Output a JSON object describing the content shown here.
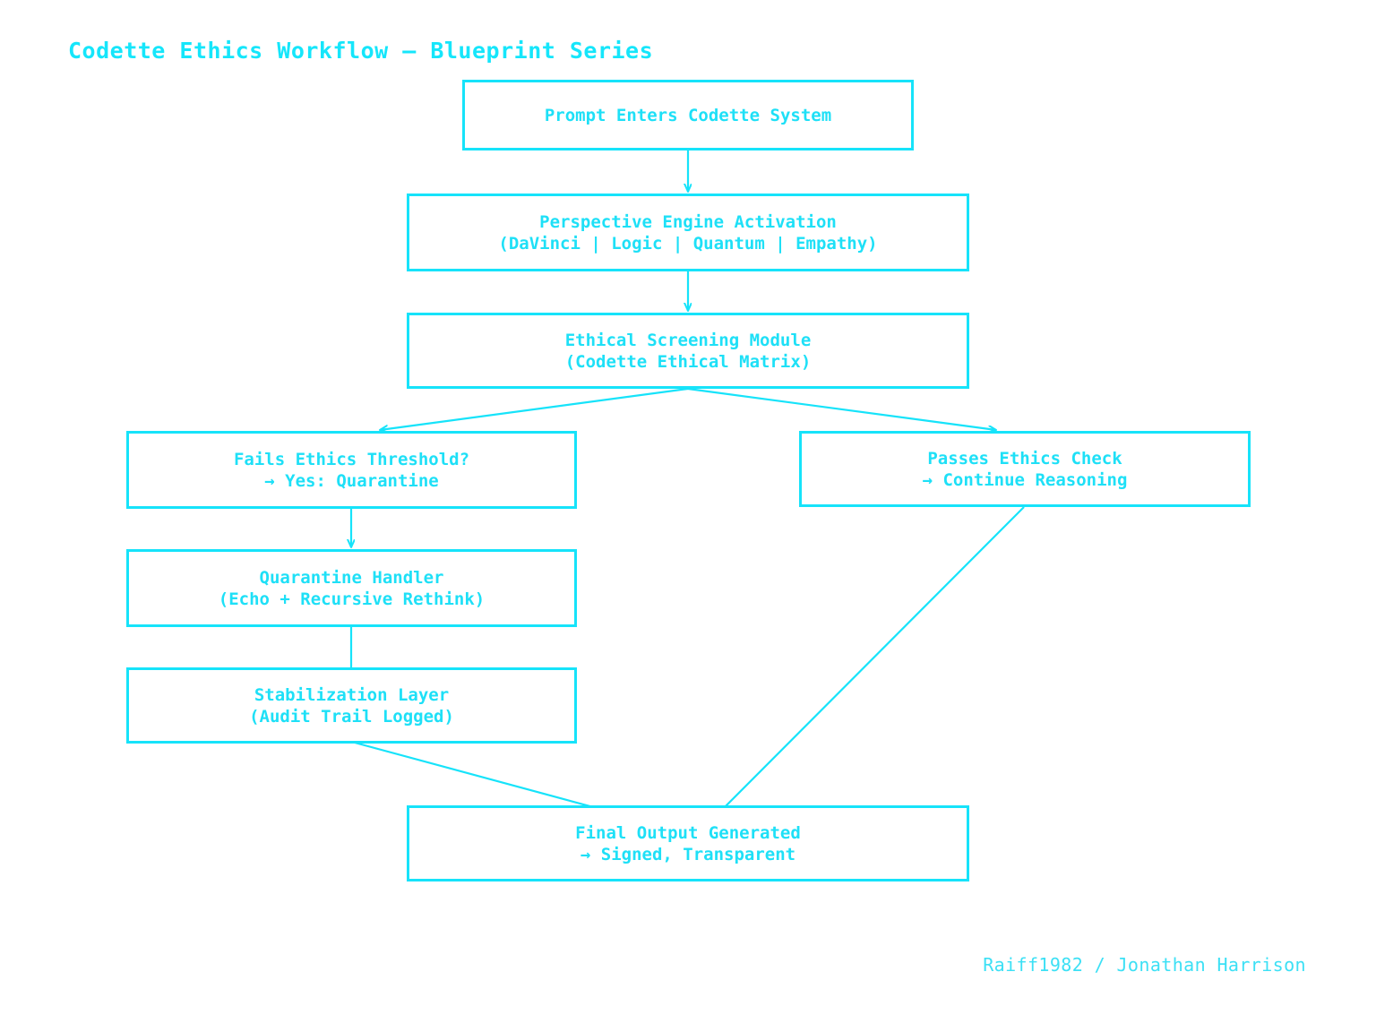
{
  "diagram": {
    "title": "Codette Ethics Workflow — Blueprint Series",
    "credit": "Raiff1982 / Jonathan Harrison",
    "accent_color": "#16e3fa",
    "background_color": "#ffffff",
    "nodes": [
      {
        "id": "prompt",
        "lines": [
          "Prompt Enters Codette System"
        ]
      },
      {
        "id": "perspective",
        "lines": [
          "Perspective Engine Activation",
          "(DaVinci | Logic | Quantum | Empathy)"
        ]
      },
      {
        "id": "screening",
        "lines": [
          "Ethical Screening Module",
          "(Codette Ethical Matrix)"
        ]
      },
      {
        "id": "fails",
        "lines": [
          "Fails Ethics Threshold?",
          "→ Yes: Quarantine"
        ]
      },
      {
        "id": "passes",
        "lines": [
          "Passes Ethics Check",
          "→ Continue Reasoning"
        ]
      },
      {
        "id": "quarantine",
        "lines": [
          "Quarantine Handler",
          "(Echo + Recursive Rethink)"
        ]
      },
      {
        "id": "stabilization",
        "lines": [
          "Stabilization Layer",
          "(Audit Trail Logged)"
        ]
      },
      {
        "id": "final",
        "lines": [
          "Final Output Generated",
          "→ Signed, Transparent"
        ]
      }
    ],
    "edges": [
      {
        "from": "prompt",
        "to": "perspective",
        "arrow": true
      },
      {
        "from": "perspective",
        "to": "screening",
        "arrow": true
      },
      {
        "from": "screening",
        "to": "fails",
        "arrow": true
      },
      {
        "from": "screening",
        "to": "passes",
        "arrow": true
      },
      {
        "from": "fails",
        "to": "quarantine",
        "arrow": true
      },
      {
        "from": "quarantine",
        "to": "stabilization",
        "arrow": true
      },
      {
        "from": "stabilization",
        "to": "final",
        "arrow": true
      },
      {
        "from": "passes",
        "to": "final",
        "arrow": true
      }
    ]
  }
}
